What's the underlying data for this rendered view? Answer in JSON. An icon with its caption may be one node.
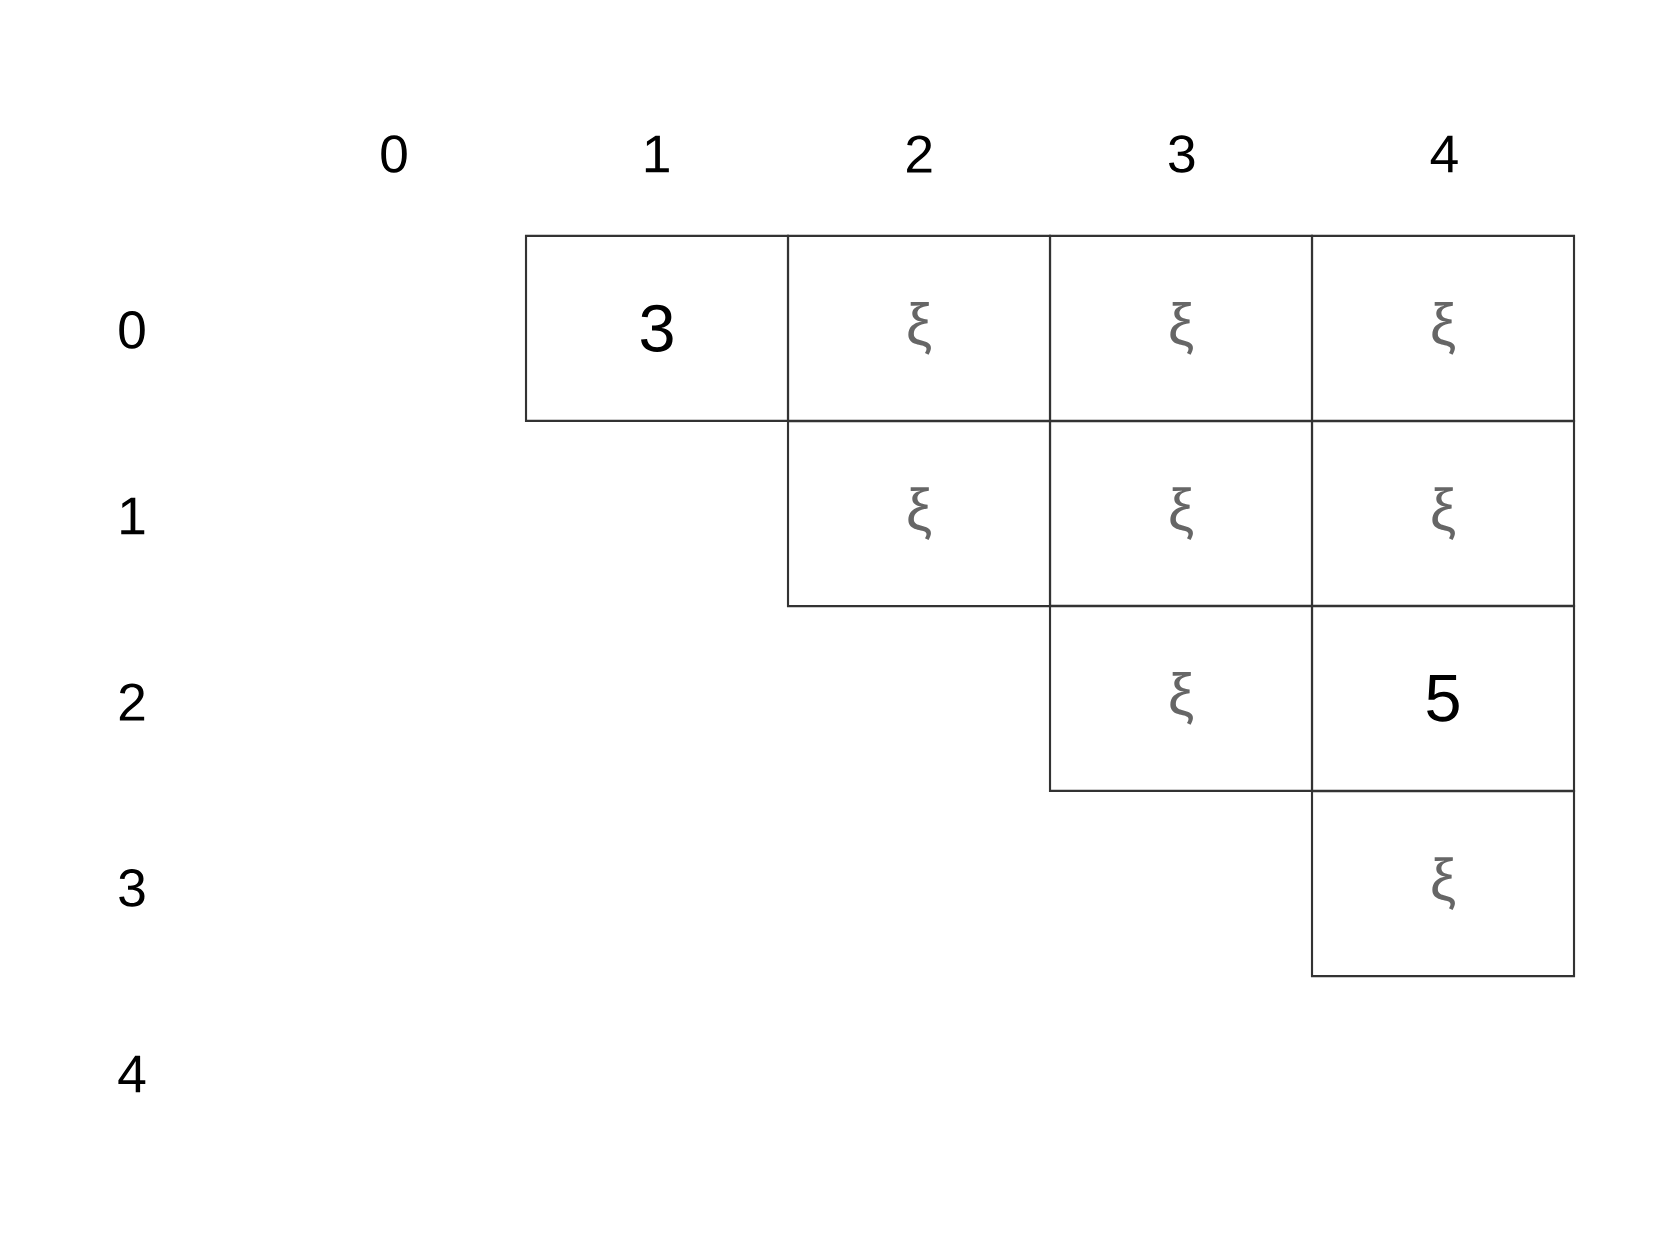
{
  "diagram": {
    "nodes": [
      {
        "text": [
          "3"
        ]
      },
      {
        "text": [
          "ξ"
        ]
      },
      {
        "text": [
          "ξ"
        ]
      },
      {
        "text": [
          "ξ"
        ]
      },
      {
        "text": [
          "ξ"
        ]
      },
      {
        "text": [
          "ξ"
        ]
      },
      {
        "text": [
          "ξ"
        ]
      },
      {
        "text": [
          "ξ"
        ]
      },
      {
        "text": [
          "5"
        ]
      },
      {
        "text": [
          "ξ"
        ]
      }
    ],
    "labels": [
      "0",
      "1",
      "2",
      "3",
      "4",
      "0",
      "1",
      "2",
      "3",
      "4"
    ]
  }
}
